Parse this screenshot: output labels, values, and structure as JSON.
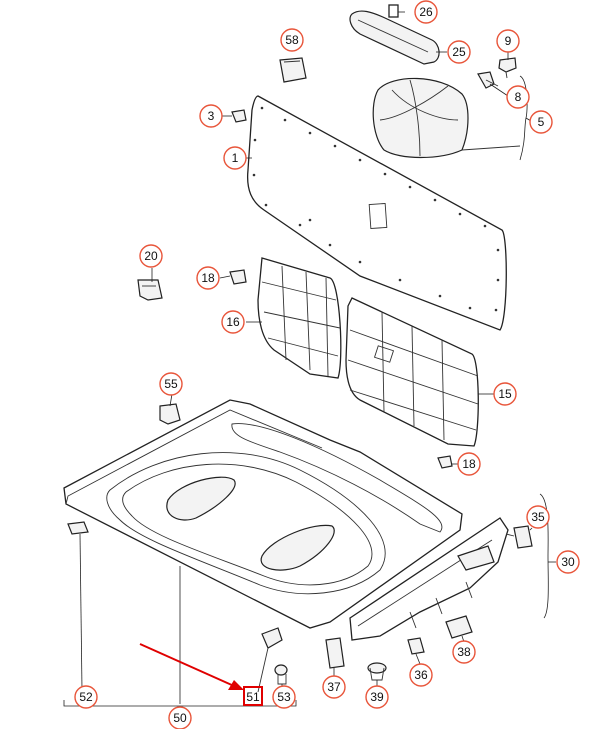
{
  "callouts": [
    {
      "id": "c26",
      "label": "26"
    },
    {
      "id": "c58",
      "label": "58"
    },
    {
      "id": "c25",
      "label": "25"
    },
    {
      "id": "c9",
      "label": "9"
    },
    {
      "id": "c8",
      "label": "8"
    },
    {
      "id": "c5",
      "label": "5"
    },
    {
      "id": "c3",
      "label": "3"
    },
    {
      "id": "c1",
      "label": "1"
    },
    {
      "id": "c20",
      "label": "20"
    },
    {
      "id": "c18a",
      "label": "18"
    },
    {
      "id": "c16",
      "label": "16"
    },
    {
      "id": "c55",
      "label": "55"
    },
    {
      "id": "c15",
      "label": "15"
    },
    {
      "id": "c18b",
      "label": "18"
    },
    {
      "id": "c35",
      "label": "35"
    },
    {
      "id": "c30",
      "label": "30"
    },
    {
      "id": "c38",
      "label": "38"
    },
    {
      "id": "c37",
      "label": "37"
    },
    {
      "id": "c39",
      "label": "39"
    },
    {
      "id": "c36",
      "label": "36"
    },
    {
      "id": "c52",
      "label": "52"
    },
    {
      "id": "c53",
      "label": "53"
    },
    {
      "id": "c50",
      "label": "50"
    }
  ],
  "highlight": {
    "label": "51"
  },
  "colors": {
    "callout_ring": "#e8553a",
    "highlight": "#e00000"
  }
}
